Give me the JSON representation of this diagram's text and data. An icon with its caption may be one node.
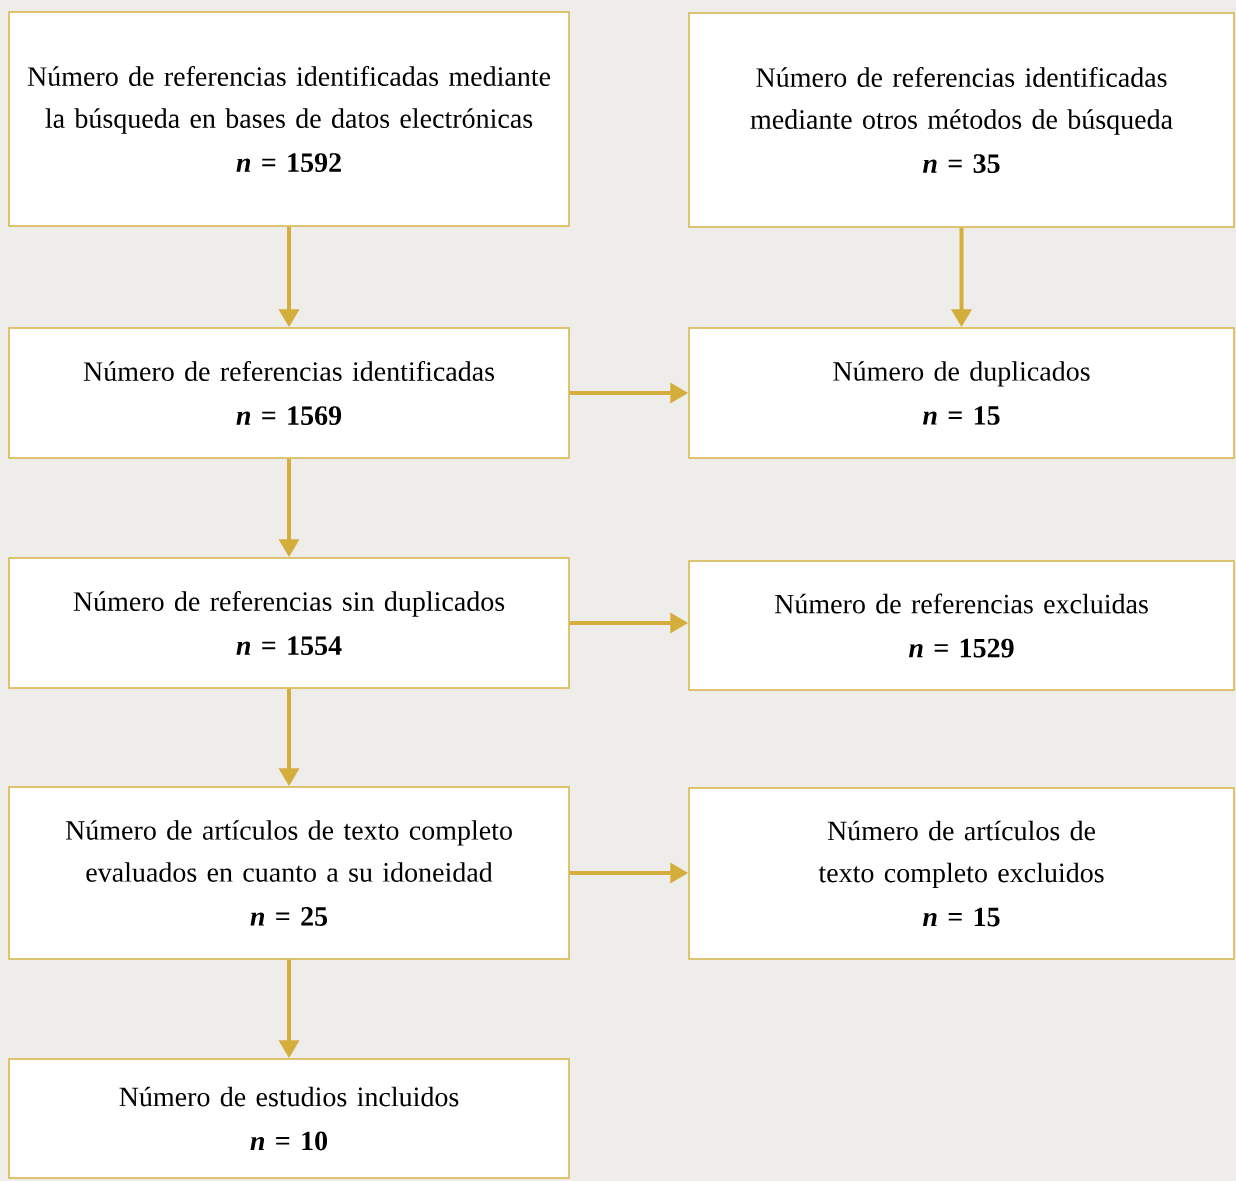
{
  "diagram": {
    "nodes": [
      {
        "text": [
          "Número de referencias identificadas mediante la búsqueda en bases de datos electrónicas",
          "*n* = 1592"
        ]
      },
      {
        "text": [
          "Número de referencias identificadas mediante otros métodos de búsqueda",
          "*n* = 35"
        ]
      },
      {
        "text": [
          "Número de referencias identificadas",
          "*n* = 1569"
        ]
      },
      {
        "text": [
          "Número de duplicados",
          "*n* = 15"
        ]
      },
      {
        "text": [
          "Número de referencias sin duplicados",
          "*n* = 1554"
        ]
      },
      {
        "text": [
          "Número de referencias excluidas",
          "*n* = 1529"
        ]
      },
      {
        "text": [
          "Número de artículos de texto completo evaluados en cuanto a su idoneidad",
          "*n* = 25"
        ]
      },
      {
        "text": [
          "Número de artículos de texto completo excluidos",
          "*n* = 15"
        ]
      },
      {
        "text": [
          "Número de estudios incluidos",
          "*n* = 10"
        ]
      }
    ],
    "edges": [
      {
        "from": 0,
        "to": 2,
        "arrow": "to"
      },
      {
        "from": 1,
        "to": 3,
        "arrow": "to"
      },
      {
        "from": 2,
        "to": 3,
        "arrow": "to"
      },
      {
        "from": 2,
        "to": 4,
        "arrow": "to"
      },
      {
        "from": 4,
        "to": 5,
        "arrow": "to"
      },
      {
        "from": 4,
        "to": 6,
        "arrow": "to"
      },
      {
        "from": 6,
        "to": 7,
        "arrow": "to"
      },
      {
        "from": 6,
        "to": 8,
        "arrow": "to"
      }
    ]
  }
}
